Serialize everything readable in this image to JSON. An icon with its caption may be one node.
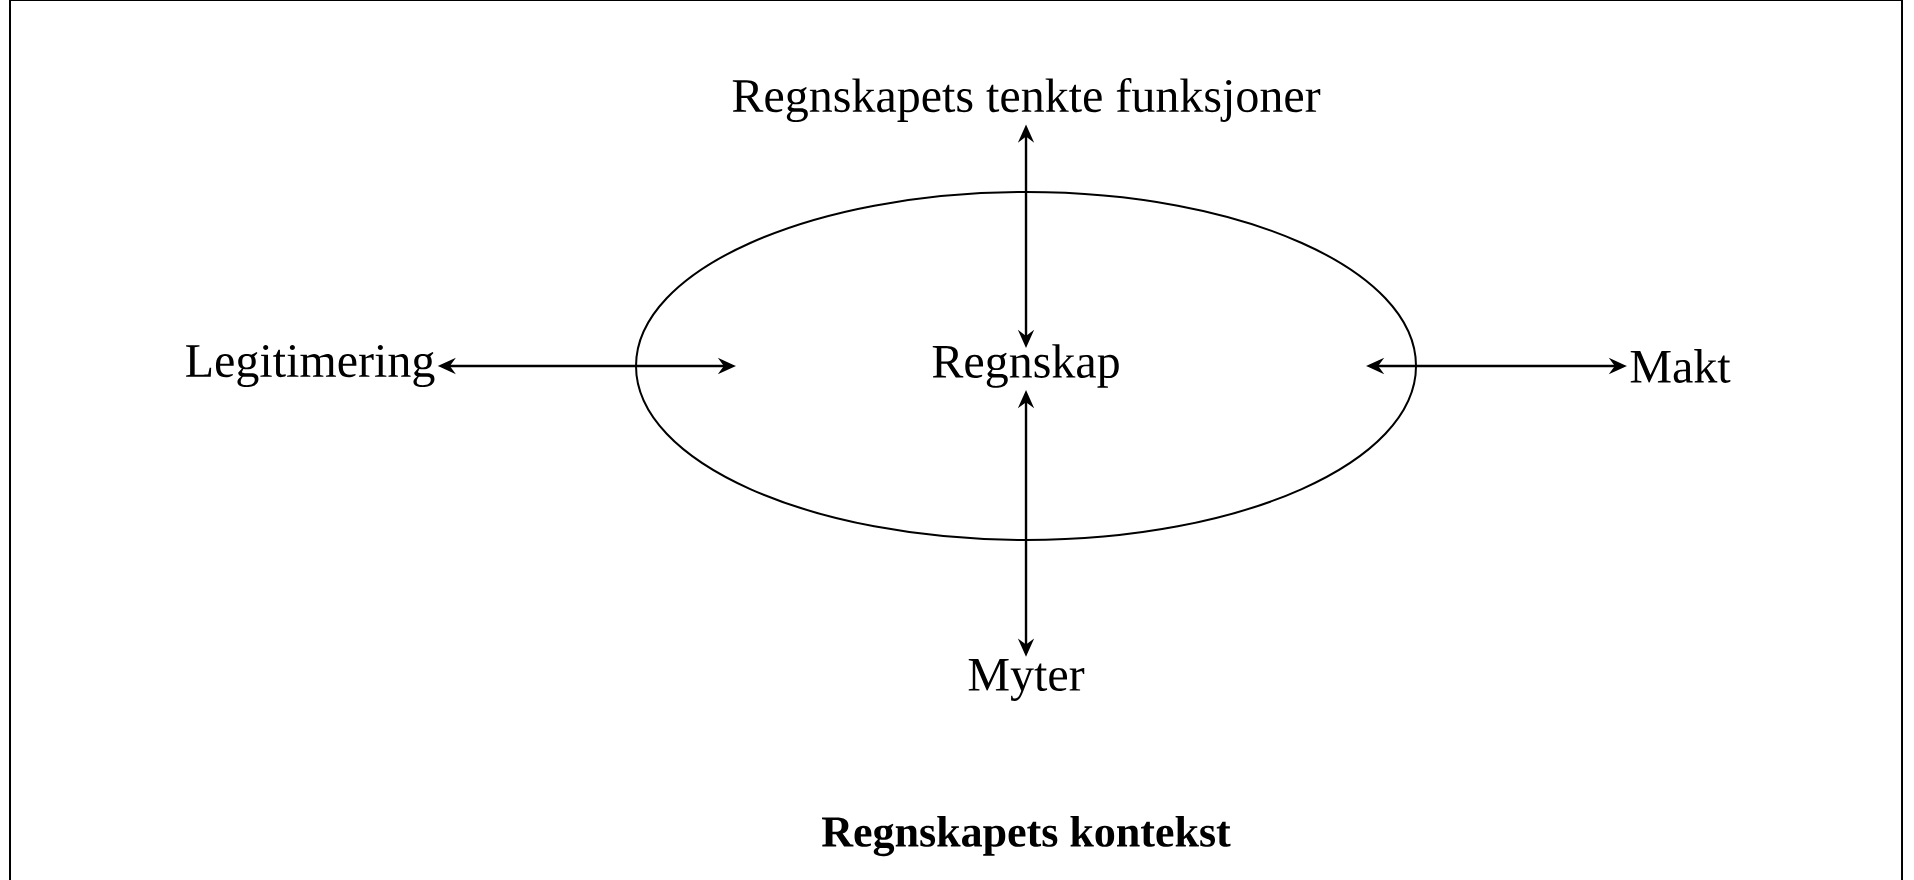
{
  "diagram": {
    "nodes": [
      {
        "text": [
          "Regnskapets kontekst"
        ]
      },
      {
        "text": [
          "Regnskap"
        ],
        "in": 0
      },
      {
        "text": [
          "Regnskapets tenkte funksjoner"
        ],
        "in": 0
      },
      {
        "text": [
          "Legitimering"
        ],
        "in": 0
      },
      {
        "text": [
          "Makt"
        ],
        "in": 0
      },
      {
        "text": [
          "Myter"
        ],
        "in": 0
      }
    ],
    "edges": [
      {
        "from": 1,
        "to": 2,
        "arrow": "both"
      },
      {
        "from": 1,
        "to": 3,
        "arrow": "both"
      },
      {
        "from": 1,
        "to": 4,
        "arrow": "both"
      },
      {
        "from": 1,
        "to": 5,
        "arrow": "both"
      }
    ]
  }
}
